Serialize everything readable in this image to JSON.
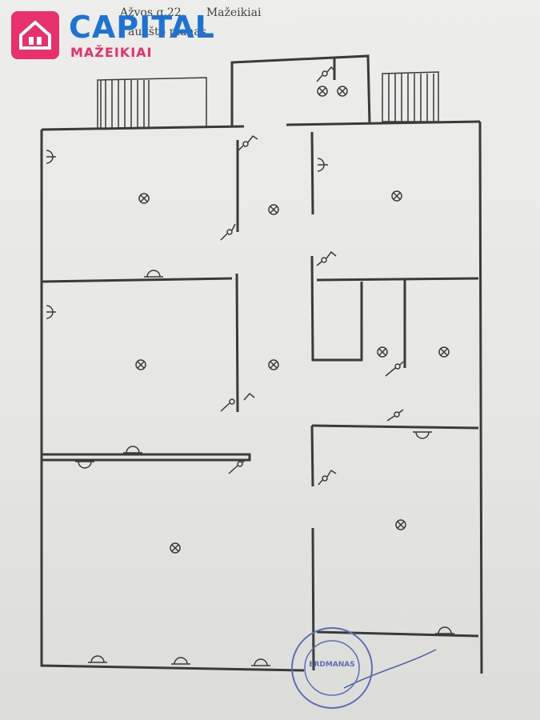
{
  "header": {
    "address": "Ažvos g.22,",
    "city": "Mažeikiai",
    "subtitle": "I aukšto planas"
  },
  "logo": {
    "name": "CAPITAL",
    "sub": "MAŽEIKIAI",
    "icon": "house-icon",
    "colors": {
      "brand_blue": "#1e73d2",
      "brand_pink": "#e7306c"
    }
  },
  "stamp": {
    "text": "ERDMANAS",
    "color": "#5a6fb5"
  },
  "colors": {
    "paper": "#e9e9e6",
    "ink": "#333333"
  }
}
